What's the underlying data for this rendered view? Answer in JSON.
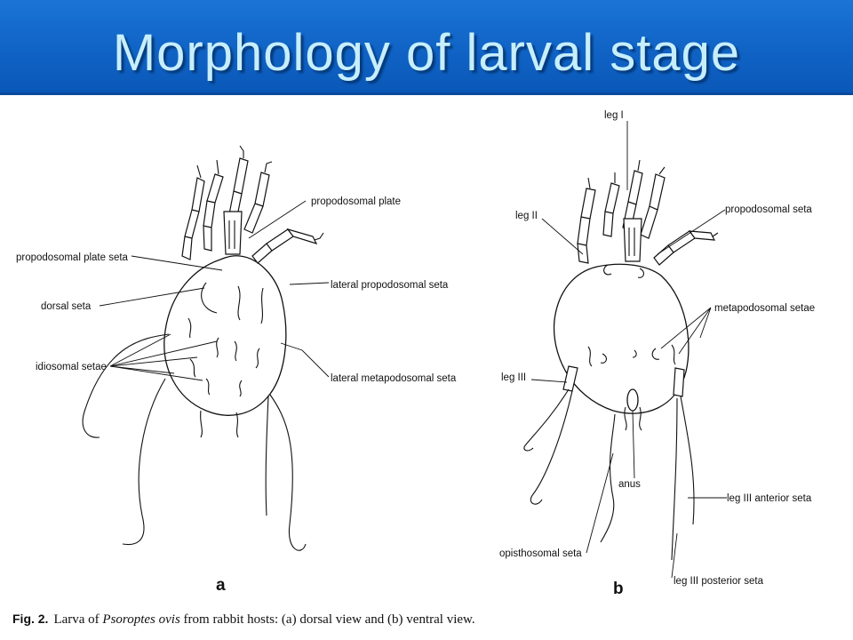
{
  "slide": {
    "title": "Morphology of larval stage"
  },
  "figure": {
    "panel_a": {
      "letter": "a",
      "labels": {
        "propodosomal_plate": "propodosomal plate",
        "propodosomal_plate_seta": "propodosomal plate seta",
        "dorsal_seta": "dorsal seta",
        "idiosomal_setae": "idiosomal setae",
        "lateral_propodosomal_seta": "lateral propodosomal seta",
        "lateral_metapodosomal_seta": "lateral metapodosomal seta"
      }
    },
    "panel_b": {
      "letter": "b",
      "labels": {
        "leg_i": "leg I",
        "leg_ii": "leg II",
        "propodosomal_seta": "propodosomal seta",
        "metapodosomal_setae": "metapodosomal setae",
        "leg_iii": "leg III",
        "anus": "anus",
        "leg_iii_anterior_seta": "leg III anterior seta",
        "opisthosomal_seta": "opisthosomal seta",
        "leg_iii_posterior_seta": "leg III posterior seta"
      }
    },
    "caption": {
      "fig_label": "Fig. 2.",
      "text_before": "Larva of ",
      "species": "Psoroptes ovis",
      "text_after": " from rabbit hosts: (a) dorsal view and (b) ventral view."
    }
  }
}
